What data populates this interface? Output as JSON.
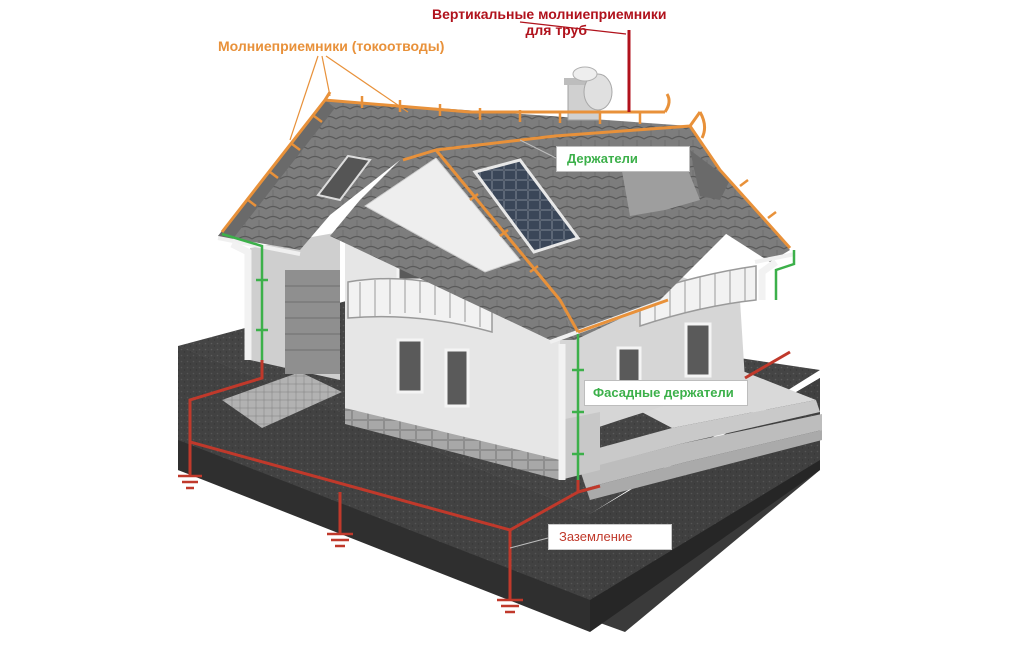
{
  "labels": {
    "vertical_rods_line1": "Вертикальные молниеприемники",
    "vertical_rods_line2": "для труб",
    "roof_rods": "Молниеприемники (токоотводы)",
    "holders": "Держатели",
    "facade_holders": "Фасадные держатели",
    "grounding": "Заземление"
  },
  "colors": {
    "vertical_rods": "#b0121c",
    "roof_rods": "#e8913a",
    "holders": "#3cb04a",
    "grounding": "#c0392b",
    "ground_slab": "#4a4a4a",
    "roof_tiles": "#7a7a7a",
    "walls": "#e4e4e4"
  },
  "icons": [
    "ground-symbol-icon",
    "ground-symbol-icon",
    "ground-symbol-icon",
    "solar-panel-icon",
    "satellite-dish-icon"
  ]
}
